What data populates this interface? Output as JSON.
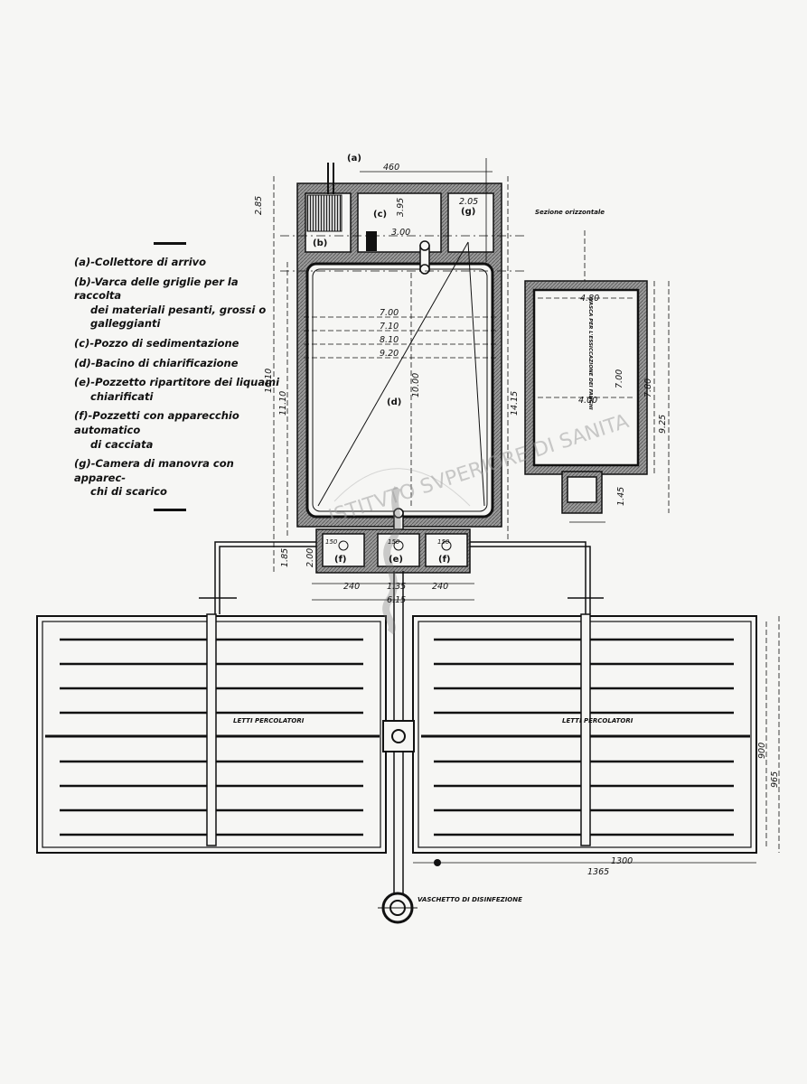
{
  "labels": {
    "a_top": "(a)",
    "b": "(b)",
    "c": "(c)",
    "d": "(d)",
    "e": "(e)",
    "f1": "(f)",
    "f2": "(f)",
    "g": "(g)",
    "section_title": "Sezione orizzontale",
    "beds_left": "LETTI PERCOLATORI",
    "beds_right": "LETTI PERCOLATORI",
    "disinfection": "VASCHETTO DI DISINFEZIONE",
    "side_tank_note": "VASCA PER L'ESSICCAZIONE DEI FANGHI",
    "watermark": "ISTITVTO SVPERIORE DI SANITA"
  },
  "dimensions": {
    "d_460": "460",
    "d_285": "2.85",
    "d_395": "3.95",
    "d_300": "3.00",
    "d_205": "2.05",
    "d_700": "7.00",
    "d_710": "7.10",
    "d_810": "8.10",
    "d_920": "9.20",
    "d_1000": "10.00",
    "d_1610": "16.10",
    "d_1110": "11.10",
    "d_1415": "14.15",
    "d_185": "1.85",
    "d_200": "2.00",
    "d_240a": "240",
    "d_135": "1.35",
    "d_240b": "240",
    "d_615": "6.15",
    "d_480": "4.80",
    "d_400": "4.00",
    "d_700b": "7.00",
    "d_780": "7.80",
    "d_925": "9.25",
    "d_145": "1.45",
    "d_150a": "150",
    "d_150b": "150",
    "d_150c": "150",
    "d_1300": "1300",
    "d_1365": "1365",
    "d_900": "900",
    "d_965": "965"
  },
  "legend": {
    "items": [
      {
        "line1": "(a)-Collettore di arrivo",
        "line2": ""
      },
      {
        "line1": "(b)-Varca delle griglie per la raccolta",
        "line2": "dei materiali pesanti, grossi o",
        "line3": "galleggianti"
      },
      {
        "line1": "(c)-Pozzo di sedimentazione",
        "line2": ""
      },
      {
        "line1": "(d)-Bacino di chiarificazione",
        "line2": ""
      },
      {
        "line1": "(e)-Pozzetto ripartitore dei liquami",
        "line2": "chiarificati"
      },
      {
        "line1": "(f)-Pozzetti con apparecchio automatico",
        "line2": "di cacciata"
      },
      {
        "line1": "(g)-Camera di manovra con apparec-",
        "line2": "chi di scarico"
      }
    ]
  },
  "colors": {
    "ink": "#111111",
    "wall_hatch": "#8a8a8a",
    "paper": "#f6f6f4",
    "watermark": "#9a9a9a"
  }
}
